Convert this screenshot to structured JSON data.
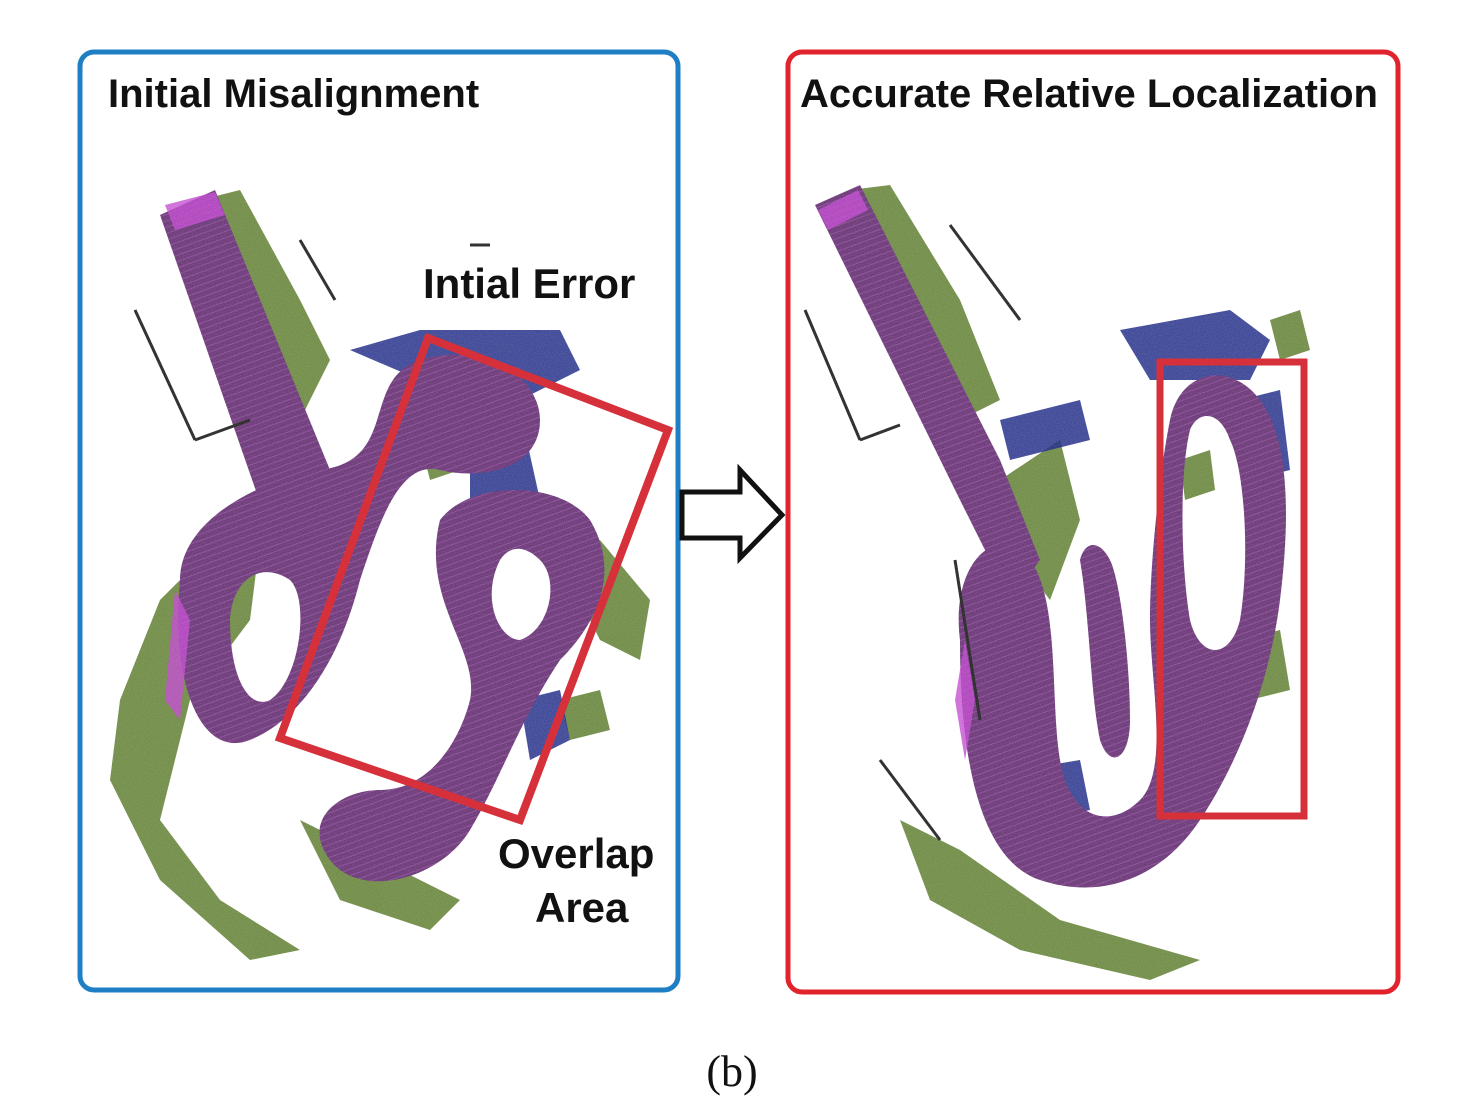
{
  "panels": {
    "left": {
      "title": "Initial Misalignment",
      "frame_color": "#1f7fc4",
      "annotations": {
        "error_label": "Intial Error",
        "overlap_line1": "Overlap",
        "overlap_line2": "Area"
      }
    },
    "right": {
      "title": "Accurate Relative Localization",
      "frame_color": "#e0232c"
    }
  },
  "highlight_color": "#d6313a",
  "arrow_label": "",
  "caption": "(b)",
  "point_cloud_colors": {
    "trajectory_purple": "#6e3b7a",
    "trajectory_magenta": "#c24bd0",
    "vegetation_green": "#5a7a2a",
    "structure_navy": "#1e2a86"
  }
}
